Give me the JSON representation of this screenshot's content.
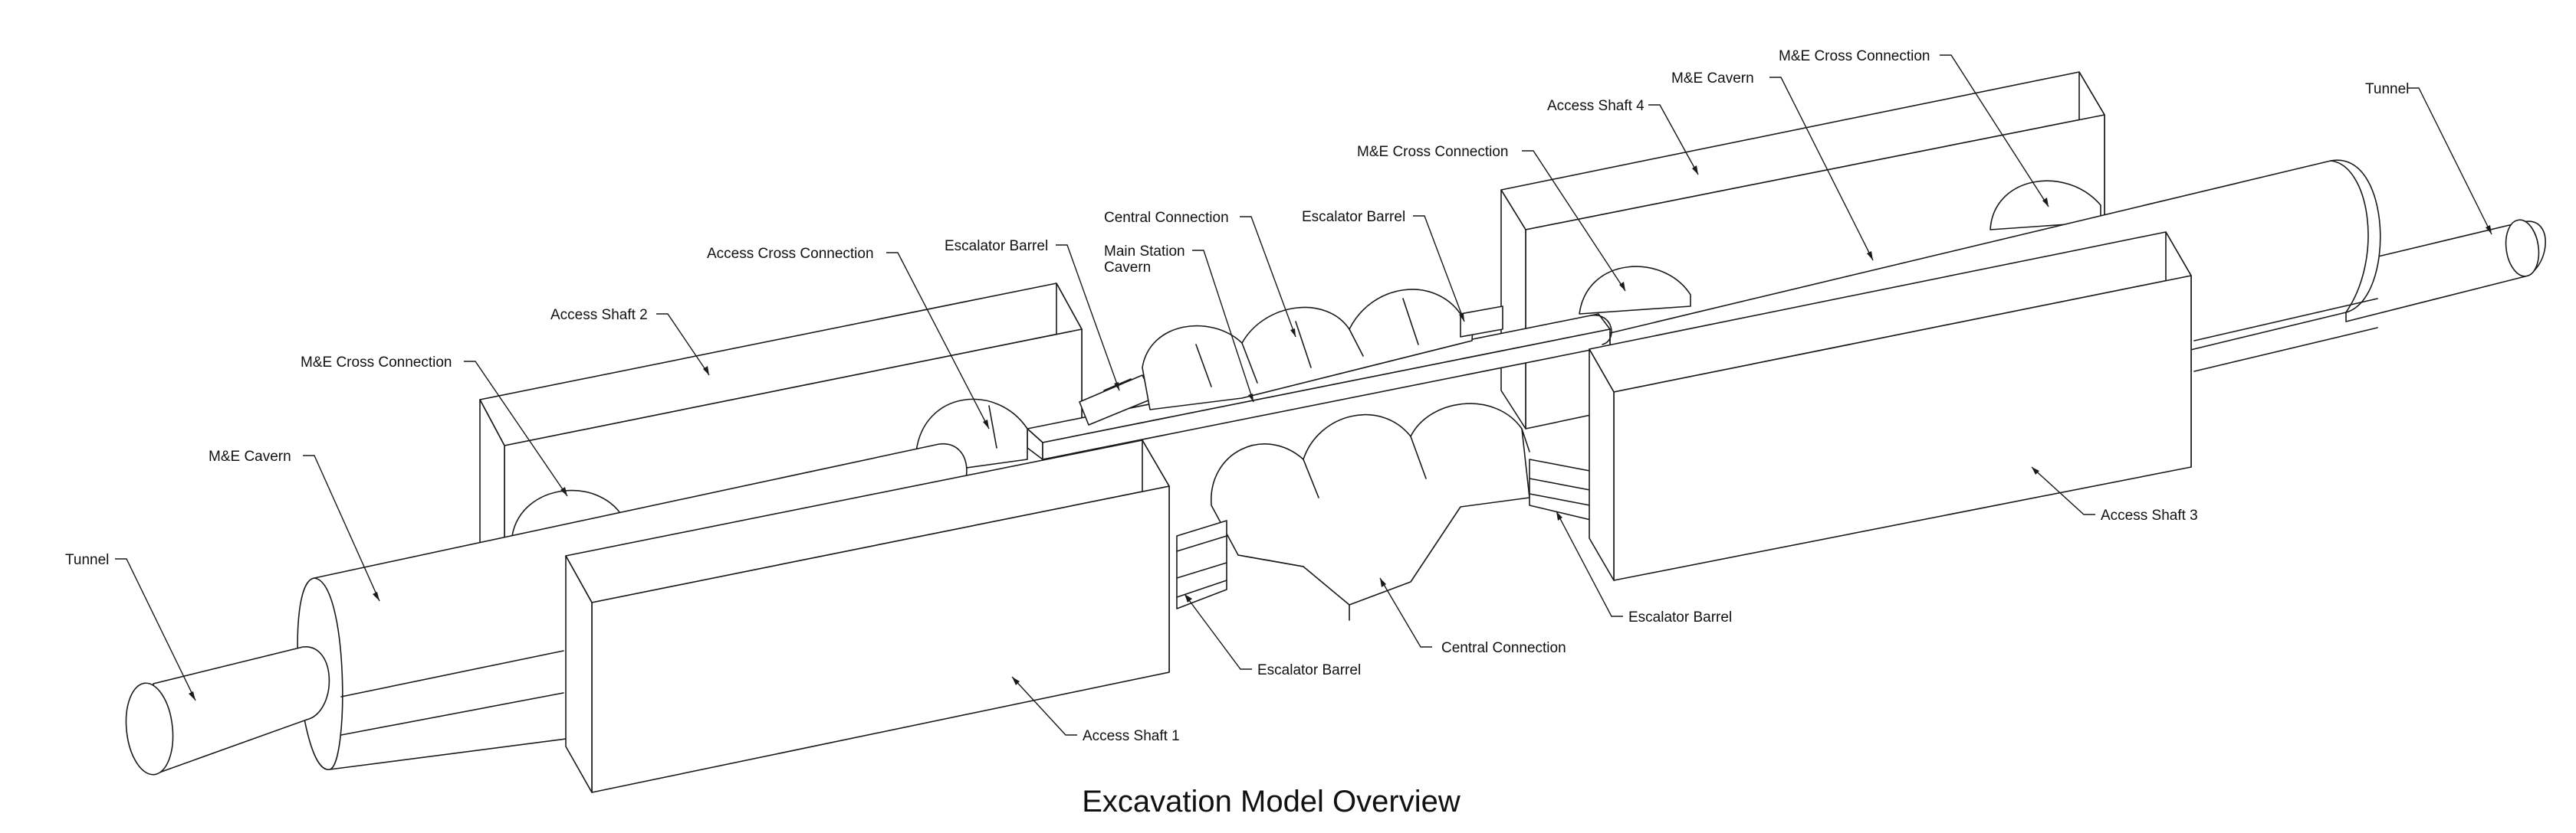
{
  "diagram": {
    "title": "Excavation Model Overview",
    "labels": {
      "tunnel_left": "Tunnel",
      "tunnel_right": "Tunnel",
      "mne_cavern_left": "M&E Cavern",
      "mne_cavern_right": "M&E Cavern",
      "mne_cross_connection_left": "M&E Cross Connection",
      "mne_cross_connection_mid": "M&E Cross Connection",
      "mne_cross_connection_right": "M&E Cross Connection",
      "access_shaft_1": "Access Shaft 1",
      "access_shaft_2": "Access Shaft 2",
      "access_shaft_3": "Access Shaft 3",
      "access_shaft_4": "Access Shaft 4",
      "access_cross_connection": "Access Cross Connection",
      "escalator_barrel_top_left": "Escalator Barrel",
      "escalator_barrel_top_right": "Escalator Barrel",
      "escalator_barrel_bottom_left": "Escalator Barrel",
      "escalator_barrel_bottom_right": "Escalator Barrel",
      "central_connection_top": "Central Connection",
      "central_connection_bottom": "Central Connection",
      "main_station_cavern_line1": "Main Station",
      "main_station_cavern_line2": "Cavern"
    },
    "colors": {
      "line": "#1a1a1a",
      "background": "#ffffff"
    }
  }
}
